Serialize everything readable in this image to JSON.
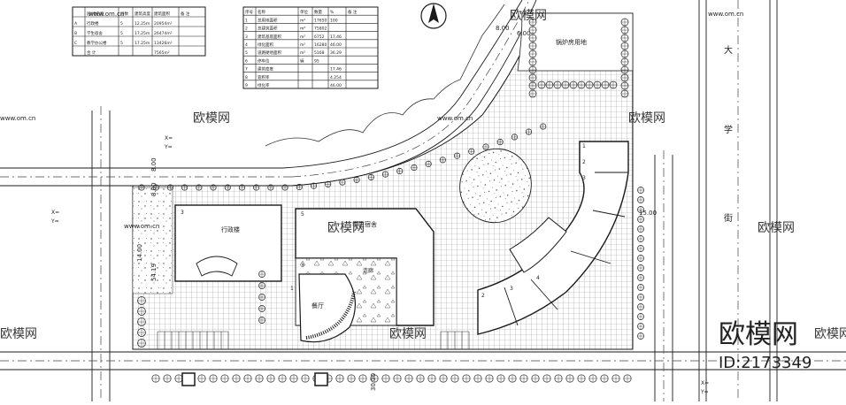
{
  "table1": {
    "headers": [
      "层/楼名称",
      "层数",
      "建筑高度",
      "建筑面积",
      "备 注"
    ],
    "rows": [
      [
        "A",
        "行政楼",
        "5",
        "12.25m",
        "20954m²",
        ""
      ],
      [
        "B",
        "学生宿舍",
        "5",
        "17.25m",
        "26474m²",
        ""
      ],
      [
        "C",
        "教学办公楼",
        "5",
        "17.25m",
        "13426m²",
        ""
      ],
      [
        "",
        "合 计",
        "",
        "",
        "7565m²",
        ""
      ]
    ]
  },
  "table2": {
    "headers": [
      "序号",
      "名称",
      "单位",
      "数量",
      "%",
      "备 注"
    ],
    "rows": [
      [
        "1",
        "总用地面积",
        "m²",
        "17650",
        "100",
        ""
      ],
      [
        "2",
        "总建筑面积",
        "m²",
        "75802",
        "",
        ""
      ],
      [
        "3",
        "建筑基底面积",
        "m²",
        "6752",
        "17.46",
        ""
      ],
      [
        "4",
        "绿化面积",
        "m²",
        "16280",
        "46.00",
        ""
      ],
      [
        "5",
        "道路硬地面积",
        "m²",
        "5168",
        "36.29",
        ""
      ],
      [
        "6",
        "停车位",
        "辆",
        "95",
        "",
        ""
      ],
      [
        "7",
        "建筑密度",
        "",
        "",
        "17.46",
        ""
      ],
      [
        "8",
        "容积率",
        "",
        "",
        "4.254",
        ""
      ],
      [
        "9",
        "绿化率",
        "",
        "",
        "46.00",
        ""
      ]
    ]
  },
  "labels": {
    "admin": "行政楼",
    "dorm": "学生宿舍",
    "hall": "餐厅",
    "corridor": "连廊",
    "reserve": "锅炉房用地",
    "street": [
      "大",
      "学",
      "街"
    ],
    "dim_800a": "8.00",
    "dim_800b": "8.00",
    "dim_600": "6.00",
    "dim_1500": "15.00",
    "dim_3000": "30.00",
    "dim_5419": "54.19",
    "dim_1400": "14.00",
    "dim_800c": "8.00",
    "coord_x1": "X=",
    "coord_y1": "Y=",
    "coord_x2": "X=",
    "coord_y2": "Y=",
    "coord_x3": "X=",
    "coord_y3": "Y=",
    "floor_3a": "3",
    "floor_5": "5",
    "floor_3b": "3",
    "floor_1": "1",
    "fl_1": "1",
    "fl_2": "2",
    "fl_3": "3",
    "fl_4": "4",
    "fl_3c": "3",
    "fl_2b": "2"
  },
  "watermark": {
    "brand": "欧模网",
    "id": "ID:2173349",
    "small": "欧模网",
    "url": "www.om.cn"
  },
  "colors": {
    "line": "#1a1a1a",
    "paving": "#9a9a9a",
    "watermark": "#d6d6d6"
  }
}
